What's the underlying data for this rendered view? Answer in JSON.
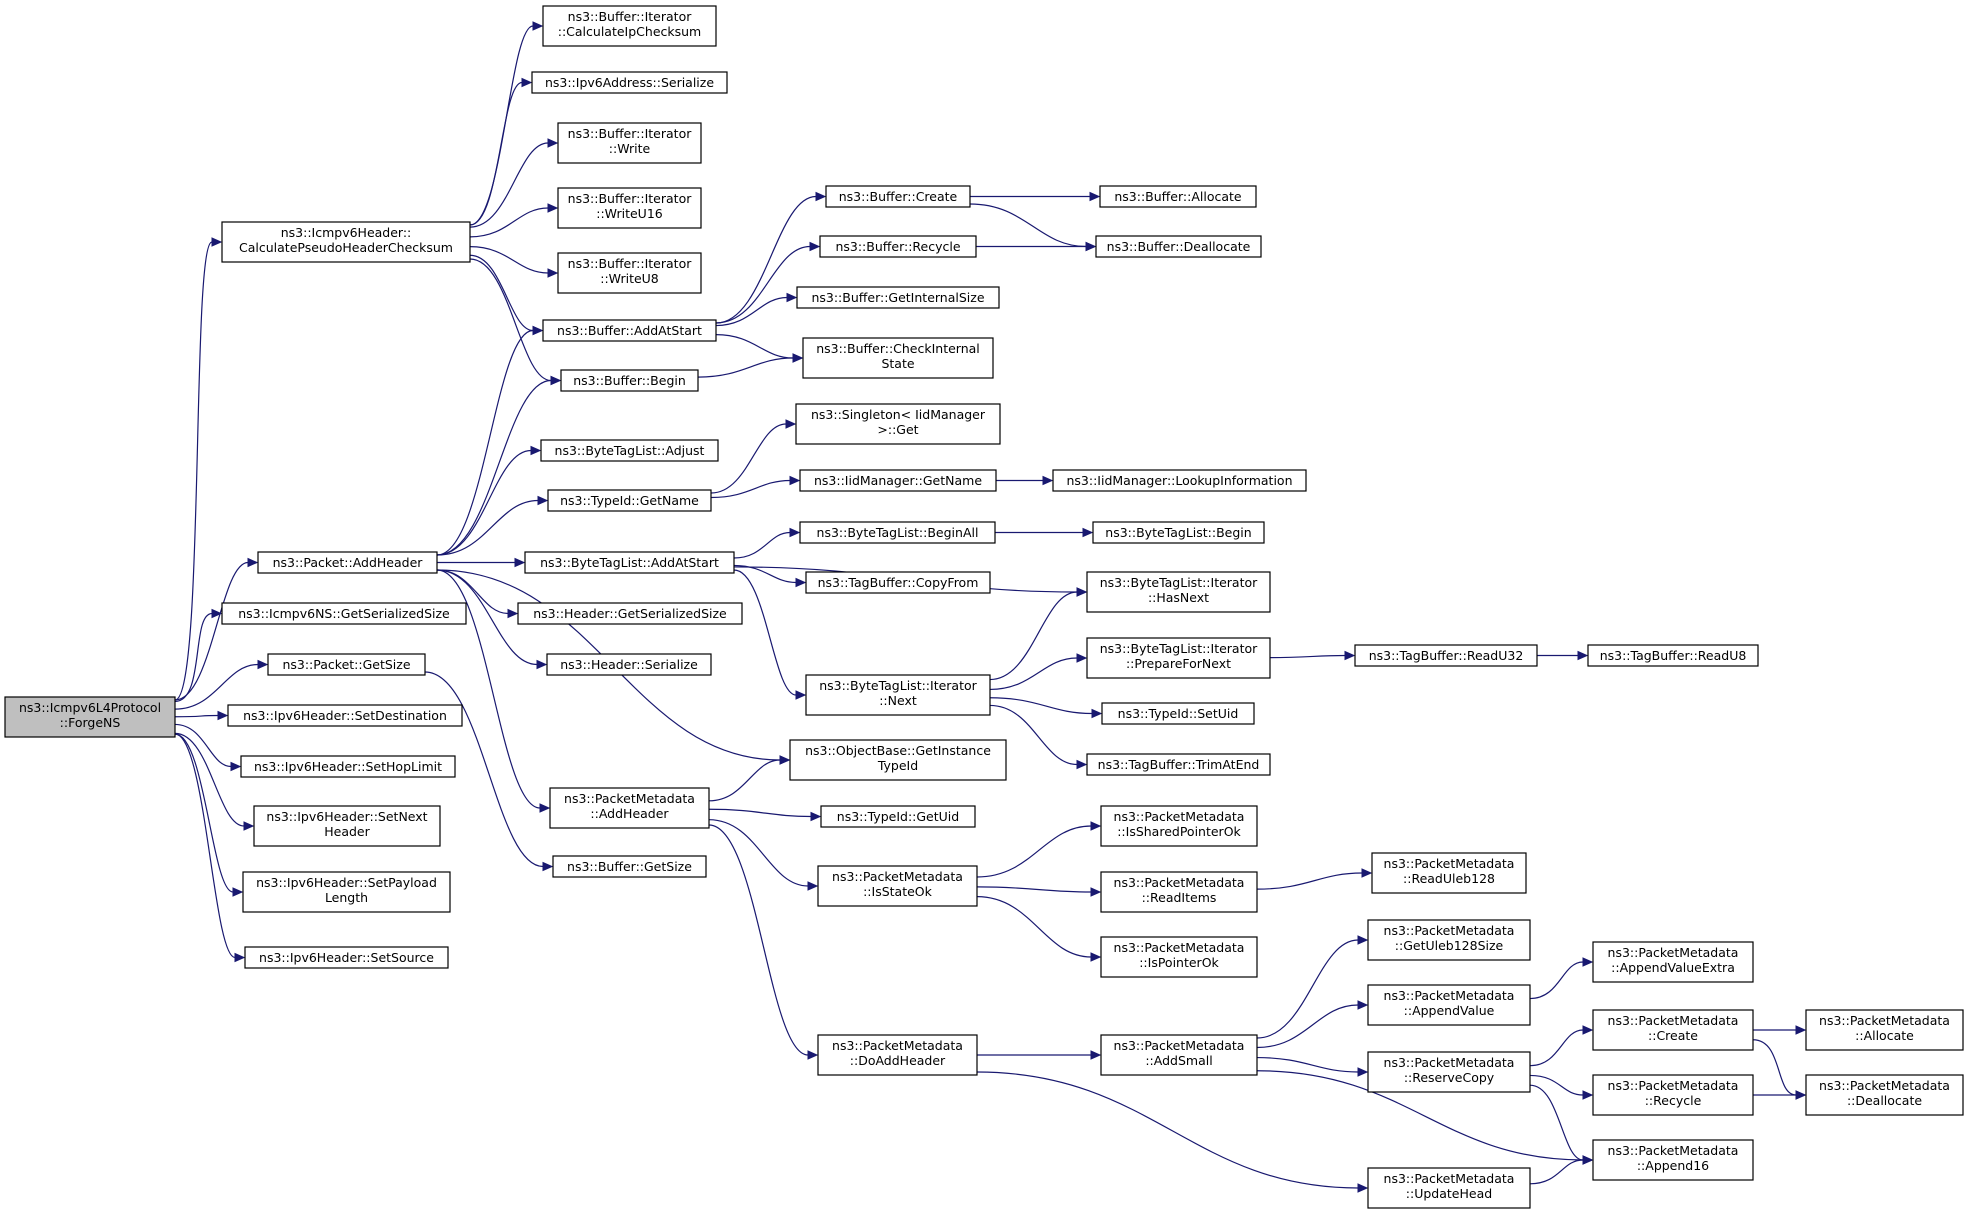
{
  "colors": {
    "edge": "#191970",
    "root_fill": "#bfbfbf",
    "node_fill": "#ffffff",
    "border": "#000000"
  },
  "nodes": [
    {
      "id": "forgens",
      "lines": [
        "ns3::Icmpv6L4Protocol",
        "::ForgeNS"
      ],
      "root": true
    },
    {
      "id": "calcpseudo",
      "lines": [
        "ns3::Icmpv6Header::",
        "CalculatePseudoHeaderChecksum"
      ]
    },
    {
      "id": "addheader",
      "lines": [
        "ns3::Packet::AddHeader"
      ]
    },
    {
      "id": "nsgetsersize",
      "lines": [
        "ns3::Icmpv6NS::GetSerializedSize"
      ]
    },
    {
      "id": "pktgetsize",
      "lines": [
        "ns3::Packet::GetSize"
      ]
    },
    {
      "id": "setdest",
      "lines": [
        "ns3::Ipv6Header::SetDestination"
      ]
    },
    {
      "id": "sethoplimit",
      "lines": [
        "ns3::Ipv6Header::SetHopLimit"
      ]
    },
    {
      "id": "setnext",
      "lines": [
        "ns3::Ipv6Header::SetNext",
        "Header"
      ]
    },
    {
      "id": "setpayload",
      "lines": [
        "ns3::Ipv6Header::SetPayload",
        "Length"
      ]
    },
    {
      "id": "setsource",
      "lines": [
        "ns3::Ipv6Header::SetSource"
      ]
    },
    {
      "id": "calcip",
      "lines": [
        "ns3::Buffer::Iterator",
        "::CalculateIpChecksum"
      ]
    },
    {
      "id": "ipv6ser",
      "lines": [
        "ns3::Ipv6Address::Serialize"
      ]
    },
    {
      "id": "itwrite",
      "lines": [
        "ns3::Buffer::Iterator",
        "::Write"
      ]
    },
    {
      "id": "itwriteu16",
      "lines": [
        "ns3::Buffer::Iterator",
        "::WriteU16"
      ]
    },
    {
      "id": "itwriteu8",
      "lines": [
        "ns3::Buffer::Iterator",
        "::WriteU8"
      ]
    },
    {
      "id": "bufaddatstart",
      "lines": [
        "ns3::Buffer::AddAtStart"
      ]
    },
    {
      "id": "bufbegin",
      "lines": [
        "ns3::Buffer::Begin"
      ]
    },
    {
      "id": "btladjust",
      "lines": [
        "ns3::ByteTagList::Adjust"
      ]
    },
    {
      "id": "typeidgetname",
      "lines": [
        "ns3::TypeId::GetName"
      ]
    },
    {
      "id": "btladdatstart",
      "lines": [
        "ns3::ByteTagList::AddAtStart"
      ]
    },
    {
      "id": "hdrgetsersize",
      "lines": [
        "ns3::Header::GetSerializedSize"
      ]
    },
    {
      "id": "hdrserialize",
      "lines": [
        "ns3::Header::Serialize"
      ]
    },
    {
      "id": "pmaddheader",
      "lines": [
        "ns3::PacketMetadata",
        "::AddHeader"
      ]
    },
    {
      "id": "bufgetsize",
      "lines": [
        "ns3::Buffer::GetSize"
      ]
    },
    {
      "id": "bufcreate",
      "lines": [
        "ns3::Buffer::Create"
      ]
    },
    {
      "id": "bufrecycle",
      "lines": [
        "ns3::Buffer::Recycle"
      ]
    },
    {
      "id": "bufgetinternal",
      "lines": [
        "ns3::Buffer::GetInternalSize"
      ]
    },
    {
      "id": "bufcheckinternal",
      "lines": [
        "ns3::Buffer::CheckInternal",
        "State"
      ]
    },
    {
      "id": "singletonget",
      "lines": [
        "ns3::Singleton< IidManager",
        ">::Get"
      ]
    },
    {
      "id": "iidgetname",
      "lines": [
        "ns3::IidManager::GetName"
      ]
    },
    {
      "id": "btlbeginall",
      "lines": [
        "ns3::ByteTagList::BeginAll"
      ]
    },
    {
      "id": "tagcopyfrom",
      "lines": [
        "ns3::TagBuffer::CopyFrom"
      ]
    },
    {
      "id": "btlitnext",
      "lines": [
        "ns3::ByteTagList::Iterator",
        "::Next"
      ]
    },
    {
      "id": "objgetinstance",
      "lines": [
        "ns3::ObjectBase::GetInstance",
        "TypeId"
      ]
    },
    {
      "id": "typeidgetuid",
      "lines": [
        "ns3::TypeId::GetUid"
      ]
    },
    {
      "id": "pmisstateok",
      "lines": [
        "ns3::PacketMetadata",
        "::IsStateOk"
      ]
    },
    {
      "id": "pmdoaddheader",
      "lines": [
        "ns3::PacketMetadata",
        "::DoAddHeader"
      ]
    },
    {
      "id": "bufallocate",
      "lines": [
        "ns3::Buffer::Allocate"
      ]
    },
    {
      "id": "bufdeallocate",
      "lines": [
        "ns3::Buffer::Deallocate"
      ]
    },
    {
      "id": "iidlookup",
      "lines": [
        "ns3::IidManager::LookupInformation"
      ]
    },
    {
      "id": "btlbegin",
      "lines": [
        "ns3::ByteTagList::Begin"
      ]
    },
    {
      "id": "btlithasnext",
      "lines": [
        "ns3::ByteTagList::Iterator",
        "::HasNext"
      ]
    },
    {
      "id": "btlitprepare",
      "lines": [
        "ns3::ByteTagList::Iterator",
        "::PrepareForNext"
      ]
    },
    {
      "id": "typeidsetuid",
      "lines": [
        "ns3::TypeId::SetUid"
      ]
    },
    {
      "id": "tagtrimatend",
      "lines": [
        "ns3::TagBuffer::TrimAtEnd"
      ]
    },
    {
      "id": "pmissharedptr",
      "lines": [
        "ns3::PacketMetadata",
        "::IsSharedPointerOk"
      ]
    },
    {
      "id": "pmreaditems",
      "lines": [
        "ns3::PacketMetadata",
        "::ReadItems"
      ]
    },
    {
      "id": "pmispointerok",
      "lines": [
        "ns3::PacketMetadata",
        "::IsPointerOk"
      ]
    },
    {
      "id": "pmaddsmall",
      "lines": [
        "ns3::PacketMetadata",
        "::AddSmall"
      ]
    },
    {
      "id": "tagreadu32",
      "lines": [
        "ns3::TagBuffer::ReadU32"
      ]
    },
    {
      "id": "pmreaduleb",
      "lines": [
        "ns3::PacketMetadata",
        "::ReadUleb128"
      ]
    },
    {
      "id": "pmgetulebsize",
      "lines": [
        "ns3::PacketMetadata",
        "::GetUleb128Size"
      ]
    },
    {
      "id": "pmappendvalue",
      "lines": [
        "ns3::PacketMetadata",
        "::AppendValue"
      ]
    },
    {
      "id": "pmreservecopy",
      "lines": [
        "ns3::PacketMetadata",
        "::ReserveCopy"
      ]
    },
    {
      "id": "pmupdatehead",
      "lines": [
        "ns3::PacketMetadata",
        "::UpdateHead"
      ]
    },
    {
      "id": "tagreadu8",
      "lines": [
        "ns3::TagBuffer::ReadU8"
      ]
    },
    {
      "id": "pmappendvalueextra",
      "lines": [
        "ns3::PacketMetadata",
        "::AppendValueExtra"
      ]
    },
    {
      "id": "pmcreate",
      "lines": [
        "ns3::PacketMetadata",
        "::Create"
      ]
    },
    {
      "id": "pmrecycle",
      "lines": [
        "ns3::PacketMetadata",
        "::Recycle"
      ]
    },
    {
      "id": "pmappend16",
      "lines": [
        "ns3::PacketMetadata",
        "::Append16"
      ]
    },
    {
      "id": "pmallocate",
      "lines": [
        "ns3::PacketMetadata",
        "::Allocate"
      ]
    },
    {
      "id": "pmdeallocate",
      "lines": [
        "ns3::PacketMetadata",
        "::Deallocate"
      ]
    }
  ],
  "edges": [
    [
      "forgens",
      "calcpseudo"
    ],
    [
      "forgens",
      "addheader"
    ],
    [
      "forgens",
      "nsgetsersize"
    ],
    [
      "forgens",
      "pktgetsize"
    ],
    [
      "forgens",
      "setdest"
    ],
    [
      "forgens",
      "sethoplimit"
    ],
    [
      "forgens",
      "setnext"
    ],
    [
      "forgens",
      "setpayload"
    ],
    [
      "forgens",
      "setsource"
    ],
    [
      "calcpseudo",
      "calcip"
    ],
    [
      "calcpseudo",
      "ipv6ser"
    ],
    [
      "calcpseudo",
      "itwrite"
    ],
    [
      "calcpseudo",
      "itwriteu16"
    ],
    [
      "calcpseudo",
      "itwriteu8"
    ],
    [
      "calcpseudo",
      "bufaddatstart"
    ],
    [
      "calcpseudo",
      "bufbegin"
    ],
    [
      "addheader",
      "bufaddatstart"
    ],
    [
      "addheader",
      "bufbegin"
    ],
    [
      "addheader",
      "btladjust"
    ],
    [
      "addheader",
      "typeidgetname"
    ],
    [
      "addheader",
      "btladdatstart"
    ],
    [
      "addheader",
      "hdrgetsersize"
    ],
    [
      "addheader",
      "hdrserialize"
    ],
    [
      "addheader",
      "objgetinstance"
    ],
    [
      "addheader",
      "pmaddheader"
    ],
    [
      "pktgetsize",
      "bufgetsize"
    ],
    [
      "bufaddatstart",
      "bufcreate"
    ],
    [
      "bufaddatstart",
      "bufrecycle"
    ],
    [
      "bufaddatstart",
      "bufgetinternal"
    ],
    [
      "bufaddatstart",
      "bufcheckinternal"
    ],
    [
      "bufbegin",
      "bufcheckinternal"
    ],
    [
      "bufcreate",
      "bufallocate"
    ],
    [
      "bufcreate",
      "bufdeallocate"
    ],
    [
      "bufrecycle",
      "bufdeallocate"
    ],
    [
      "typeidgetname",
      "singletonget"
    ],
    [
      "typeidgetname",
      "iidgetname"
    ],
    [
      "iidgetname",
      "iidlookup"
    ],
    [
      "btladdatstart",
      "btlbeginall"
    ],
    [
      "btladdatstart",
      "tagcopyfrom"
    ],
    [
      "btladdatstart",
      "btlithasnext"
    ],
    [
      "btladdatstart",
      "btlitnext"
    ],
    [
      "btlbeginall",
      "btlbegin"
    ],
    [
      "btlitnext",
      "btlithasnext"
    ],
    [
      "btlitnext",
      "btlitprepare"
    ],
    [
      "btlitnext",
      "typeidsetuid"
    ],
    [
      "btlitnext",
      "tagtrimatend"
    ],
    [
      "btlitprepare",
      "tagreadu32"
    ],
    [
      "tagreadu32",
      "tagreadu8"
    ],
    [
      "pmaddheader",
      "objgetinstance"
    ],
    [
      "pmaddheader",
      "typeidgetuid"
    ],
    [
      "pmaddheader",
      "pmisstateok"
    ],
    [
      "pmaddheader",
      "pmdoaddheader"
    ],
    [
      "pmisstateok",
      "pmissharedptr"
    ],
    [
      "pmisstateok",
      "pmreaditems"
    ],
    [
      "pmisstateok",
      "pmispointerok"
    ],
    [
      "pmreaditems",
      "pmreaduleb"
    ],
    [
      "pmdoaddheader",
      "pmaddsmall"
    ],
    [
      "pmdoaddheader",
      "pmupdatehead"
    ],
    [
      "pmaddsmall",
      "pmgetulebsize"
    ],
    [
      "pmaddsmall",
      "pmappendvalue"
    ],
    [
      "pmaddsmall",
      "pmreservecopy"
    ],
    [
      "pmaddsmall",
      "pmappend16"
    ],
    [
      "pmappendvalue",
      "pmappendvalueextra"
    ],
    [
      "pmreservecopy",
      "pmcreate"
    ],
    [
      "pmreservecopy",
      "pmrecycle"
    ],
    [
      "pmreservecopy",
      "pmappend16"
    ],
    [
      "pmcreate",
      "pmallocate"
    ],
    [
      "pmcreate",
      "pmdeallocate"
    ],
    [
      "pmrecycle",
      "pmdeallocate"
    ],
    [
      "pmupdatehead",
      "pmappend16"
    ]
  ]
}
